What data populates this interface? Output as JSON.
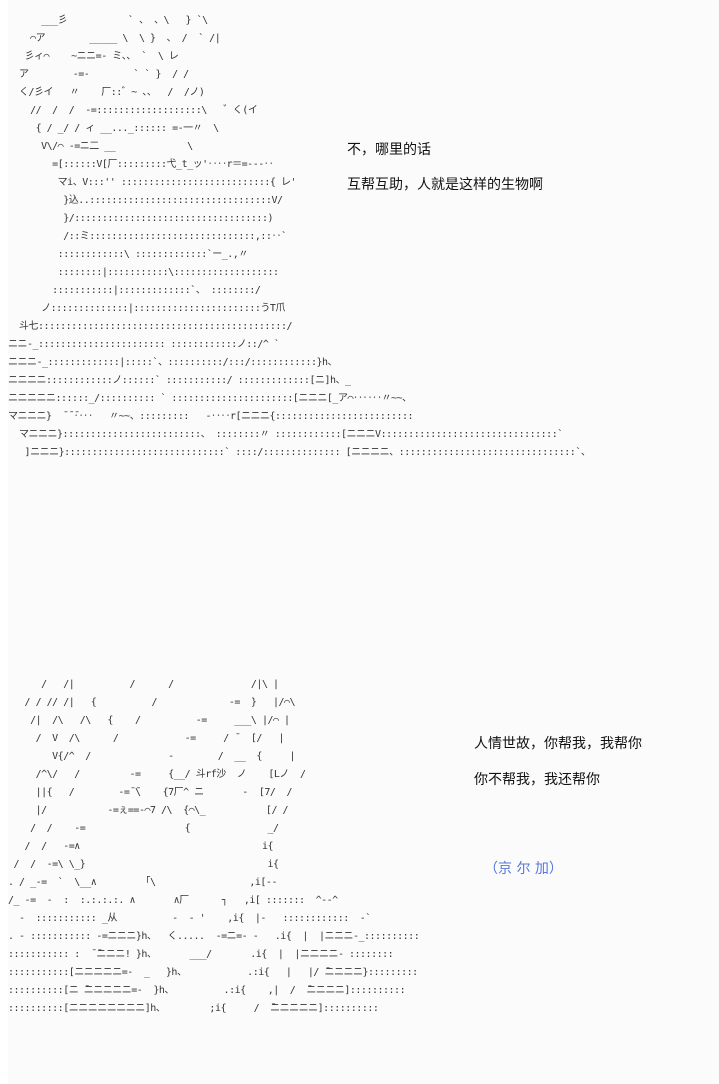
{
  "panel1": {
    "dialogue": [
      "不，哪里的话",
      "互帮互助，人就是这样的生物啊"
    ],
    "art": [
      "      ___彡           ` 、 、\\   } `\\",
      "    ⌒ア        _____ \\  \\ }  、 /  ` /|",
      "   彡ィ⌒    ~ニニ=- ミ、、 `  \\ レ",
      "  ̄ア        -=-        ` ` }  / /",
      "  く/彡イ   〃    厂::゛~ 、、  /  /ノ)",
      "    //  /  /  -=:::::::::::::::::::\\   ゛く(イ",
      "     { / _/ / ィ __..._:::::: =-一〃  \\",
      "      V\\/⌒ -=ニ二 __             \\",
      "        =[::::::V[厂:::::::::弋_t_ッ'‥‥r＝=‐‐‐‥",
      "         マi、V:::'' :::::::::::::::::::::::::::{ レ'",
      "          }込..:::::::::::::::::::::::::::::::::V/",
      "          }/:::::::::::::::::::::::::::::::::::)",
      "          /::ミ::::::::::::::::::::::::::::::,::‥`",
      "         ::::::::::::\\ :::::::::::::`ー_.,〃",
      "         ::::::::|:::::::::::\\:::::::::::::::::::",
      "        :::::::::::|:::::::::::::`、 ::::::::/",
      "      ノ::::::::::::::|:::::::::::::::::::::::うT爪",
      "  斗七:::::::::::::::::::::::::::::::::::::::::::::/",
      "ニニ-_::::::::::::::::::::::: ::::::::::::ノ::/^ `",
      "ニニニ-_:::::::::::::|:::::`、::::::::::/:::/::::::::::::}h、",
      "ニニニニ::::::::::::ノ::::::` :::::::::::/ :::::::::::::[ニ]h、_",
      "ニニニニニ::::::_/:::::::::: ` ::::::::::::::::::::::[ニニニ[_ア⌒‥‥‥〃~~、",
      "マニニニ}  ̄ ̄ ̄‥‥   〃~~、:::::::::   -‥‥r[ニニニ{:::::::::::::::::::::::::",
      "  マニニニ}:::::::::::::::::::::::::、 ::::::::〃 ::::::::::::[ニニニV::::::::::::::::::::::::::::::::`",
      "   ]ニニニ}:::::::::::::::::::::::::::::` ::::/:::::::::::::: [ニニニニ、::::::::::::::::::::::::::::::::`、"
    ]
  },
  "panel2": {
    "dialogue": [
      "人情世故，你帮我，我帮你",
      "你不帮我，我还帮你"
    ],
    "speaker": "（京 尔 加）",
    "art": [
      "      /   /|          /      /              /|\\ |",
      "   / / // /|   {          /             -=  }   |/⌒\\",
      "    /|  /\\   /\\   {    /          -=     ___\\ |/⌒ |",
      "     /  V  /\\      /            -=     / ̄   [/   |",
      "        V{/^  /              -        /  __  {     |",
      "     /^\\/   /         -=     {__/ 斗rf沙  ノ    [Lノ  /",
      "     ||{   /        -=̄ ̄\\    {7厂^ ニ       -  [7/  /",
      "     |/           -=ぇ==-⌒7 /\\  {⌒\\_           [/ /",
      "    /  /    -=                  {              _/",
      "   /  /   -=∧                                 i{",
      " /  /  -=\\ \\_}                                 i{",
      ". / _-=  `  \\__∧        「\\                 ,i[--",
      "/_ -=  -  :  :.:.:.:. ∧       ∧厂      ┐   ,i[ :::::::  ^‐-^",
      "  -  ::::::::::: _从          -  ‐ '    ,i{  |-   ::::::::::::  -`",
      ". - ::::::::::: -=ニニニ}h、  く.....  -=ニ=- -   .i{  |  |ニニニ-_::::::::::",
      "::::::::::: :  ̄ ̄ニニニ! }h、      ___/       .i{  |  |ニニニニ- ::::::::",
      ":::::::::::[ニニニニニ=-  _   }h、           .:i{   |   |/ ̄ニニニニ}:::::::::",
      "::::::::::[ニ ̄ニニニニニ=-  }h、         .:i{    ,|  /  ̄ニニニニ]::::::::::",
      "::::::::::[ニニニニニニニニ]h、        ;i{     /  ̄ニニニニニ]::::::::::"
    ]
  },
  "colors": {
    "background": "#fbfbfb",
    "text": "#111111",
    "speaker": "#5577dd"
  }
}
